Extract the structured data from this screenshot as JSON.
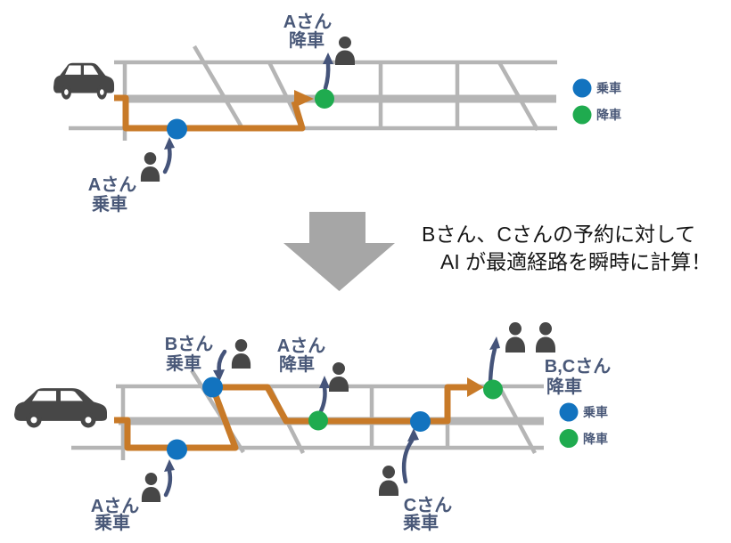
{
  "transition": {
    "line1": "Bさん、Cさんの予約に対して",
    "line2": "AI が最適経路を瞬時に計算！"
  },
  "legend": {
    "board_label": "乗車",
    "alight_label": "降車",
    "board_color": "#1273BF",
    "alight_color": "#1FAB4F"
  },
  "top_map": {
    "labels": {
      "a_board": {
        "line1": "Aさん",
        "line2": "乗車"
      },
      "a_alight": {
        "line1": "Aさん",
        "line2": "降車"
      }
    }
  },
  "bottom_map": {
    "labels": {
      "a_board": {
        "line1": "Aさん",
        "line2": "乗車"
      },
      "b_board": {
        "line1": "Bさん",
        "line2": "乗車"
      },
      "a_alight": {
        "line1": "Aさん",
        "line2": "降車"
      },
      "c_board": {
        "line1": "Cさん",
        "line2": "乗車"
      },
      "bc_alight": {
        "line1": "B,Cさん",
        "line2": "降車"
      }
    }
  },
  "icons": {
    "vehicle": "car-icon",
    "passenger": "person-icon",
    "board_marker": "blue-circle-icon",
    "alight_marker": "green-circle-icon",
    "transition": "big-down-arrow-icon",
    "pointer": "small-arrow-icon"
  },
  "colors": {
    "route": "#C87A28",
    "road": "#B5B5B5",
    "board": "#1273BF",
    "alight": "#1FAB4F",
    "label_text": "#495878",
    "pointer_arrow": "#45547A",
    "figure": "#474747",
    "transition_arrow": "#A6A6A6"
  }
}
